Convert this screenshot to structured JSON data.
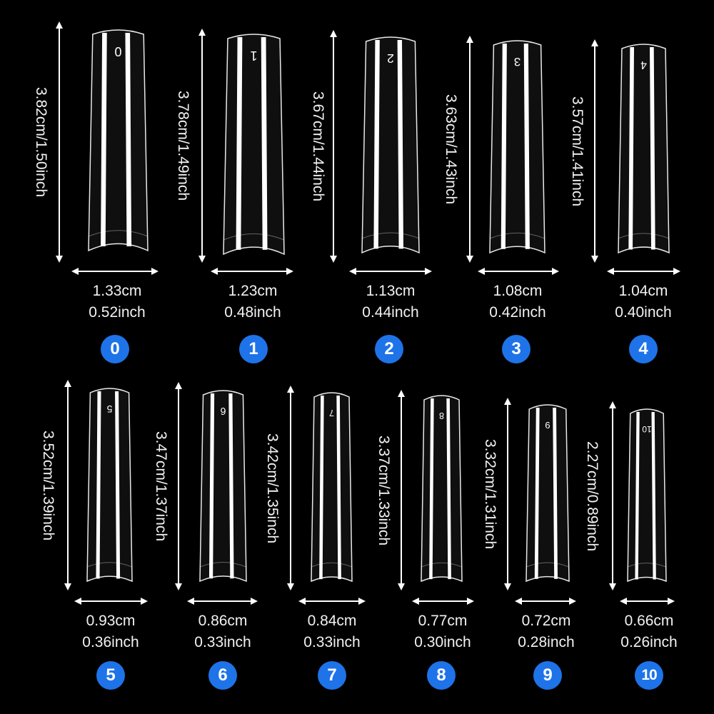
{
  "colors": {
    "background": "#000000",
    "badge": "#1e73e8",
    "text": "#f2f2f2",
    "tip_outline": "#e8e8e8"
  },
  "tips": [
    {
      "number": "0",
      "length": "3.82cm/1.50inch",
      "width_cm": "1.33cm",
      "width_inch": "0.52inch"
    },
    {
      "number": "1",
      "length": "3.78cm/1.49inch",
      "width_cm": "1.23cm",
      "width_inch": "0.48inch"
    },
    {
      "number": "2",
      "length": "3.67cm/1.44inch",
      "width_cm": "1.13cm",
      "width_inch": "0.44inch"
    },
    {
      "number": "3",
      "length": "3.63cm/1.43inch",
      "width_cm": "1.08cm",
      "width_inch": "0.42inch"
    },
    {
      "number": "4",
      "length": "3.57cm/1.41inch",
      "width_cm": "1.04cm",
      "width_inch": "0.40inch"
    },
    {
      "number": "5",
      "length": "3.52cm/1.39inch",
      "width_cm": "0.93cm",
      "width_inch": "0.36inch"
    },
    {
      "number": "6",
      "length": "3.47cm/1.37inch",
      "width_cm": "0.86cm",
      "width_inch": "0.33inch"
    },
    {
      "number": "7",
      "length": "3.42cm/1.35inch",
      "width_cm": "0.84cm",
      "width_inch": "0.33inch"
    },
    {
      "number": "8",
      "length": "3.37cm/1.33inch",
      "width_cm": "0.77cm",
      "width_inch": "0.30inch"
    },
    {
      "number": "9",
      "length": "3.32cm/1.31inch",
      "width_cm": "0.72cm",
      "width_inch": "0.28inch"
    },
    {
      "number": "10",
      "length": "2.27cm/0.89inch",
      "width_cm": "0.66cm",
      "width_inch": "0.26inch"
    }
  ]
}
